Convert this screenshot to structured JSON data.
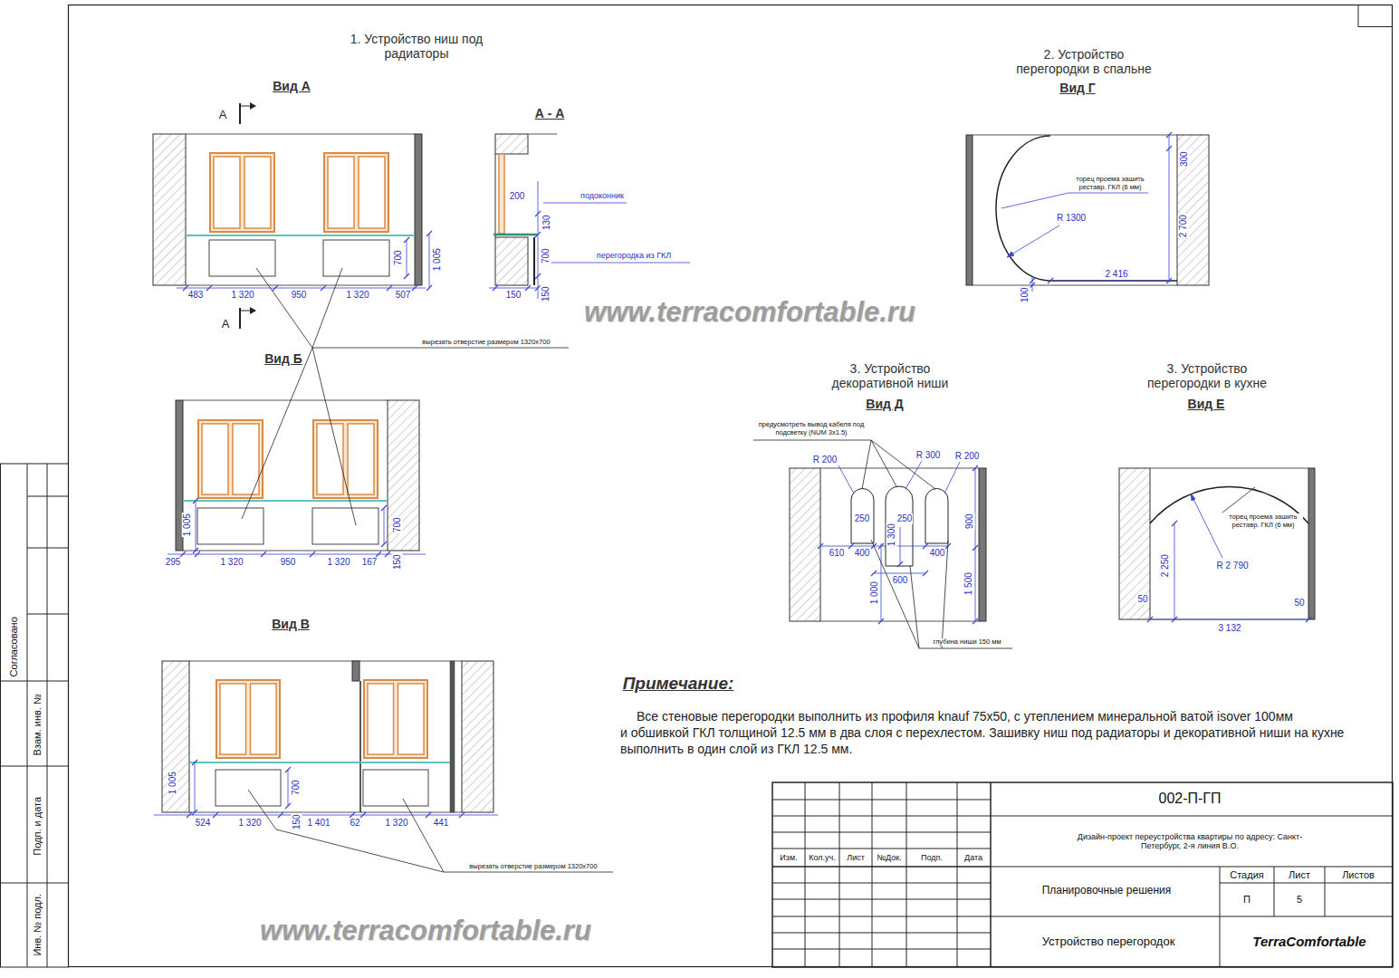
{
  "diagram": {
    "labels": [
      "1. Устройство ниш под радиаторы",
      "Вид А",
      "А",
      "А - А",
      "200",
      "подоконник",
      "130",
      "700",
      "перегородка из ГКЛ",
      "700",
      "1 005",
      "483",
      "1 320",
      "950",
      "1 320",
      "507",
      "150",
      "150",
      "А",
      "www.terracomfortable.ru",
      "вырезать отверстие размером 1320х700",
      "Вид Б",
      "1 005",
      "700",
      "295",
      "1 320",
      "950",
      "1 320",
      "167",
      "150",
      "Вид В",
      "1 005",
      "700",
      "524",
      "1 320",
      "150",
      "1 401",
      "62",
      "1 320",
      "441",
      "вырезать отверстие размером 1320х700",
      "www.terracomfortable.ru",
      "2. Устройство перегородки в спальне",
      "Вид Г",
      "300",
      "торец проема зашить реставр. ГКЛ (6 мм)",
      "R 1300",
      "2 700",
      "2 416",
      "100",
      "3. Устройство декоративной ниши",
      "Вид Д",
      "предусмотреть вывод кабеля под подсветку (NUM 3х1.5)",
      "R 200",
      "R 300",
      "R 200",
      "250",
      "250",
      "1 300",
      "900",
      "610",
      "400",
      "400",
      "600",
      "1 000",
      "1 500",
      "глубина ниши 150 мм",
      "3. Устройство перегородки в кухне",
      "Вид Е",
      "торец проема зашить реставр. ГКЛ (6 мм)",
      "2 250",
      "R 2 790",
      "50",
      "50",
      "3 132",
      "Примечание:",
      "Все стеновые перегородки выполнить из профиля",
      "knauf 75x50",
      ", с утеплением минеральной ватой",
      "isover 100мм",
      "и обшивкой ГКЛ толщиной 12.5 мм в два слоя с перехлестом. Зашивку ниш под радиаторы и декоративной ниши на кухне выполнить в один слой из ГКЛ 12.5 мм.",
      "002-П-ГП",
      "Дизайн-проект переустройства квартиры по адресу: Санкт-Петербург, 2-я линия В.О.",
      "Изм.",
      "Кол.уч.",
      "Лист",
      "№Док.",
      "Подп.",
      "Дата",
      "Планировочные решения",
      "Стадия",
      "Лист",
      "Листов",
      "П",
      "5",
      "Устройство перегородок",
      "TerraComfortable",
      "Согласовано",
      "Взам. инв. №",
      "Подп. и дата",
      "Инв. № подл."
    ]
  }
}
